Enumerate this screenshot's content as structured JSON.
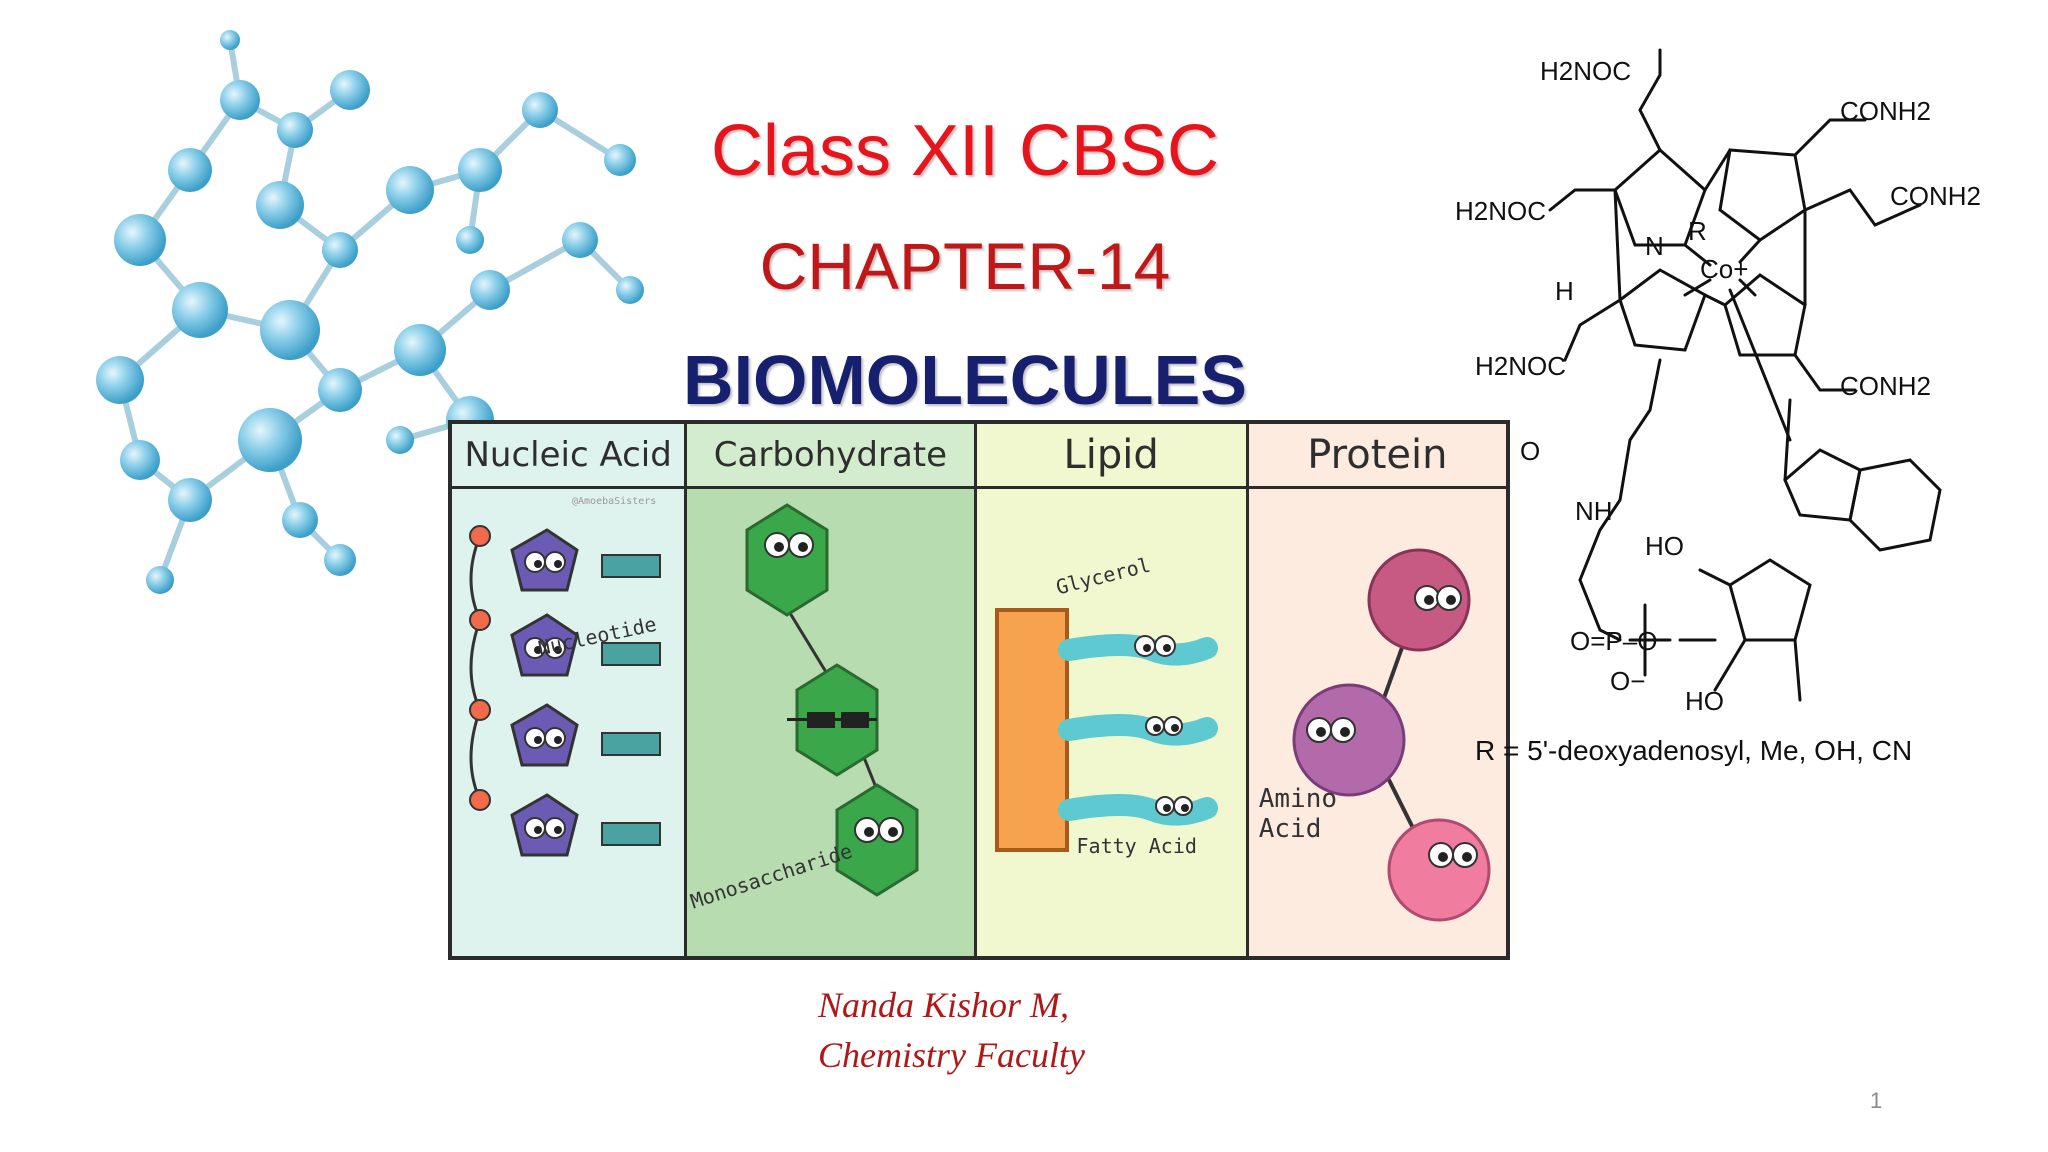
{
  "slide": {
    "title_line1": "Class XII CBSC",
    "title_line2": "CHAPTER-14",
    "title_line3": "BIOMOLECULES",
    "author_line1": "Nanda Kishor M,",
    "author_line2": "Chemistry Faculty",
    "page_number": "1"
  },
  "panel": {
    "columns": [
      {
        "label": "Nucleic Acid",
        "bg": "#dff3ee",
        "note": "Nucleotide",
        "credit": "@AmoebaSisters"
      },
      {
        "label": "Carbohydrate",
        "bg": "#b6dcb0",
        "note": "Monosaccharide"
      },
      {
        "label": "Lipid",
        "bg": "#f1f8cf",
        "note1": "Glycerol",
        "note2": "Fatty Acid"
      },
      {
        "label": "Protein",
        "bg": "#fdebe0",
        "note": "Amino Acid"
      }
    ]
  },
  "structure": {
    "groups": {
      "h2noc_top": "H2NOC",
      "conh2_top": "CONH2",
      "h2noc_left": "H2NOC",
      "conh2_right": "CONH2",
      "h2noc_lower": "H2NOC",
      "conh2_lower": "CONH2",
      "r": "R",
      "co": "Co+",
      "n": "N",
      "h": "H",
      "o": "O",
      "nh": "NH",
      "ho": "HO",
      "phos": "O=P–O",
      "ominus": "O−",
      "ho2": "HO"
    },
    "r_label": "R = 5'-deoxyadenosyl, Me, OH, CN"
  }
}
